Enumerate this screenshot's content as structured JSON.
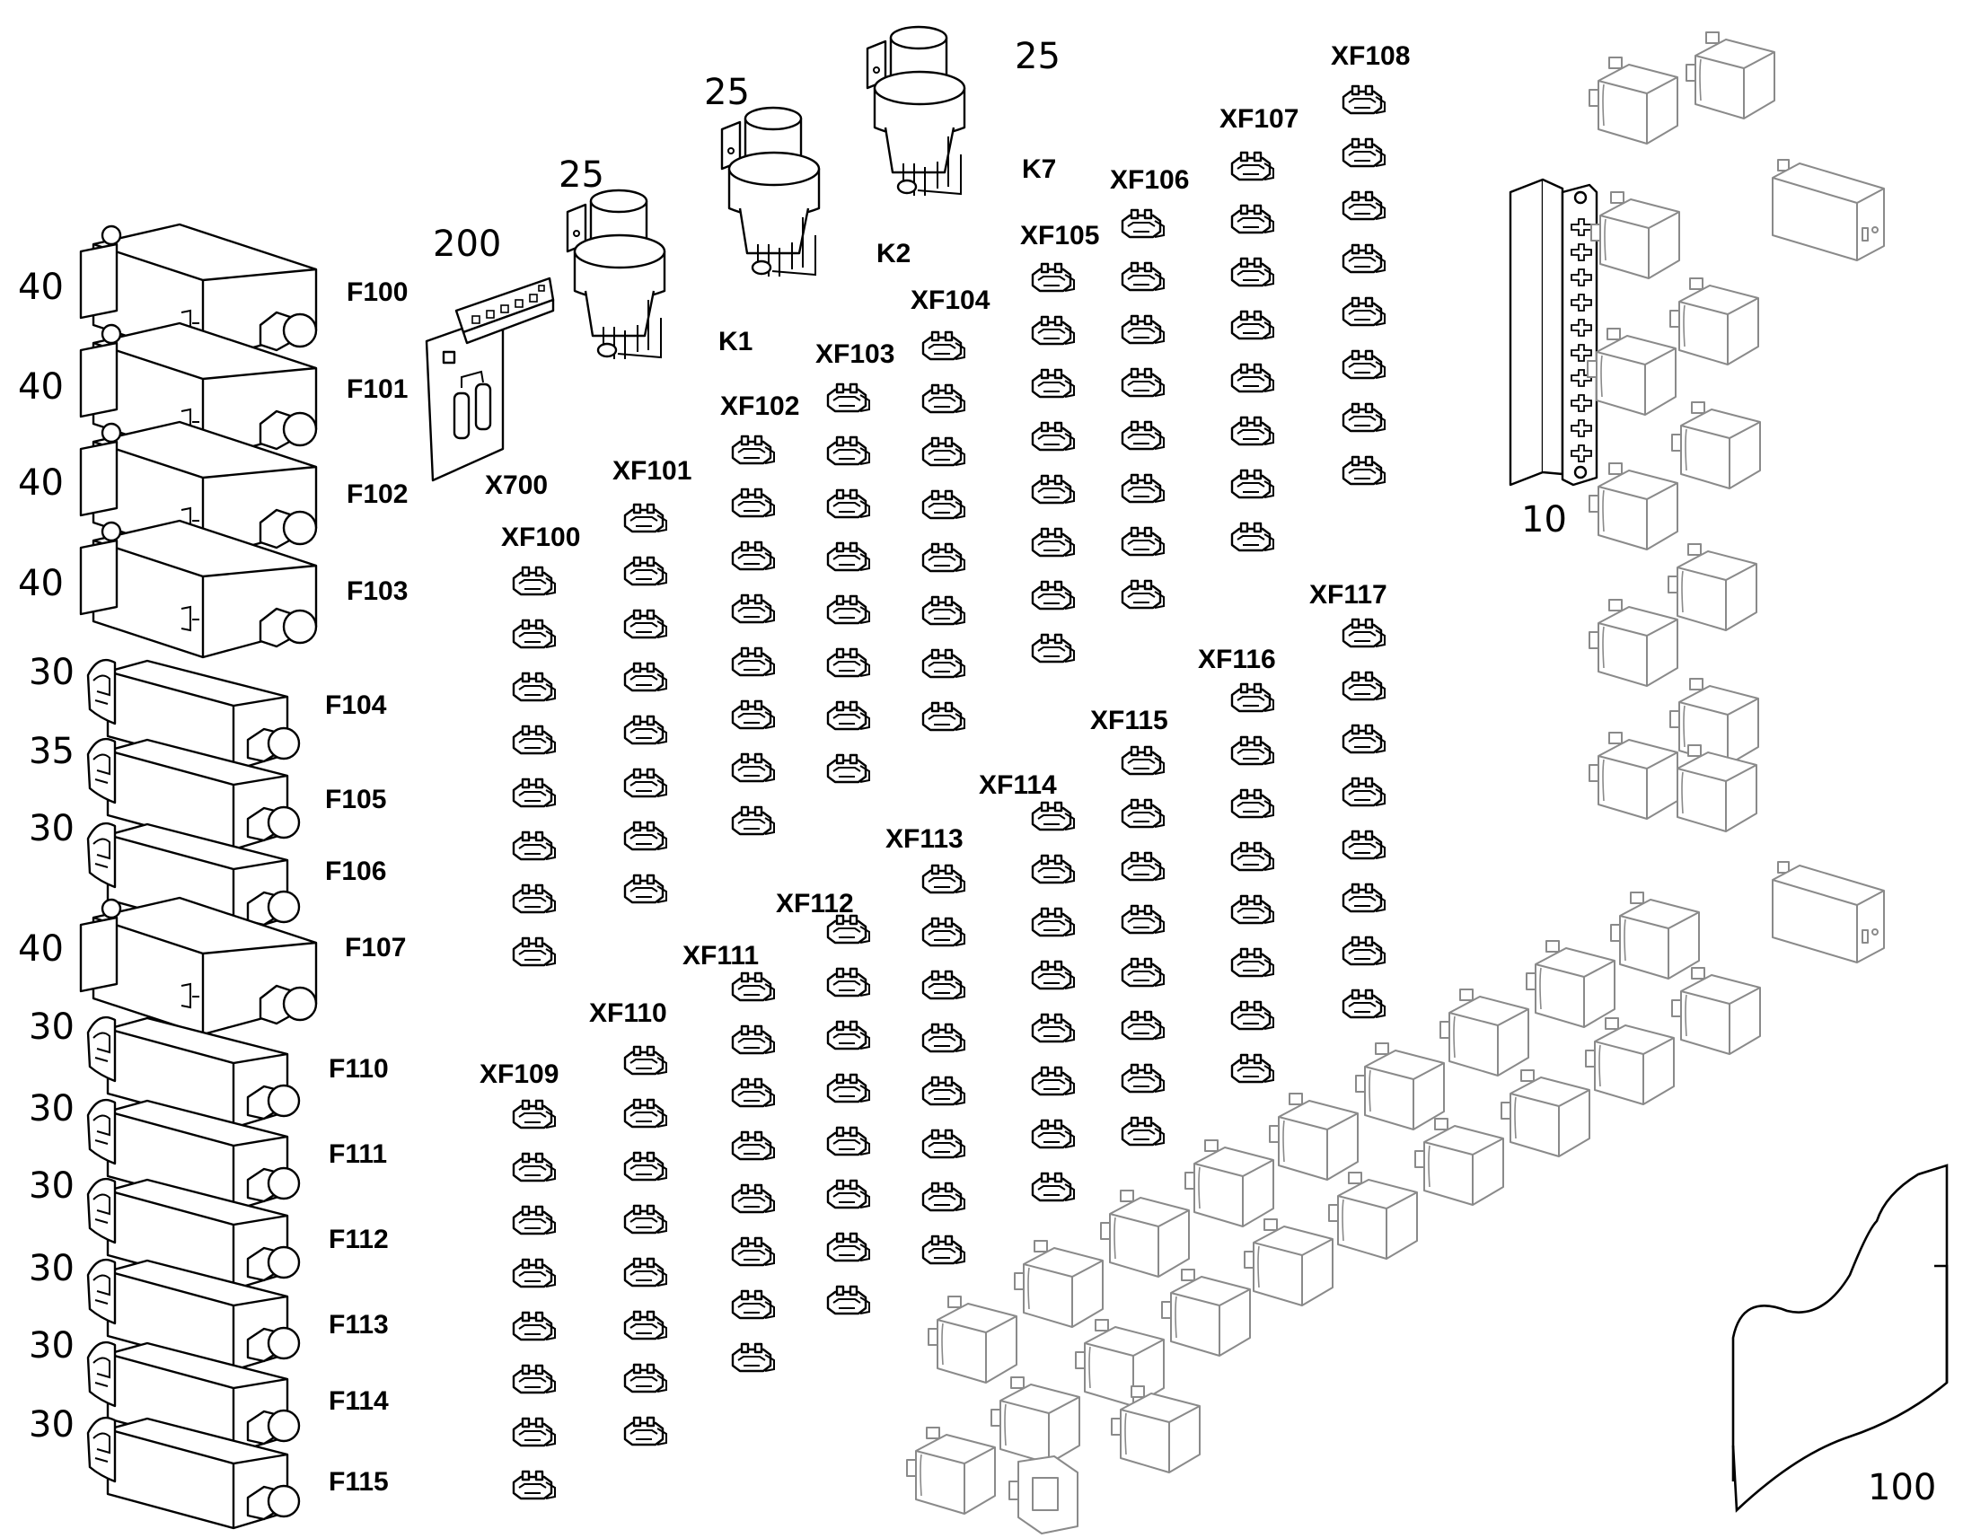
{
  "breakers": [
    {
      "id": "F100",
      "rating": "40"
    },
    {
      "id": "F101",
      "rating": "40"
    },
    {
      "id": "F102",
      "rating": "40"
    },
    {
      "id": "F103",
      "rating": "40"
    },
    {
      "id": "F104",
      "rating": "30"
    },
    {
      "id": "F105",
      "rating": "35"
    },
    {
      "id": "F106",
      "rating": "30"
    },
    {
      "id": "F107",
      "rating": "40"
    },
    {
      "id": "F110",
      "rating": "30"
    },
    {
      "id": "F111",
      "rating": "30"
    },
    {
      "id": "F112",
      "rating": "30"
    },
    {
      "id": "F113",
      "rating": "30"
    },
    {
      "id": "F114",
      "rating": "30"
    },
    {
      "id": "F115",
      "rating": "30"
    }
  ],
  "relays": [
    {
      "id": "K1",
      "count": "25"
    },
    {
      "id": "K2",
      "count": "25"
    },
    {
      "id": "K7",
      "count": "25"
    }
  ],
  "board": {
    "id": "X700",
    "count": "200"
  },
  "connector": {
    "count": "10"
  },
  "panel": {
    "count": "100"
  },
  "fuse_holders": [
    {
      "id": "XF100",
      "n": 8
    },
    {
      "id": "XF101",
      "n": 8
    },
    {
      "id": "XF102",
      "n": 8
    },
    {
      "id": "XF103",
      "n": 8
    },
    {
      "id": "XF104",
      "n": 8
    },
    {
      "id": "XF105",
      "n": 8
    },
    {
      "id": "XF106",
      "n": 8
    },
    {
      "id": "XF107",
      "n": 8
    },
    {
      "id": "XF108",
      "n": 8
    },
    {
      "id": "XF109",
      "n": 8
    },
    {
      "id": "XF110",
      "n": 8
    },
    {
      "id": "XF111",
      "n": 8
    },
    {
      "id": "XF112",
      "n": 8
    },
    {
      "id": "XF113",
      "n": 8
    },
    {
      "id": "XF114",
      "n": 8
    },
    {
      "id": "XF115",
      "n": 8
    },
    {
      "id": "XF116",
      "n": 8
    },
    {
      "id": "XF117",
      "n": 8
    }
  ]
}
